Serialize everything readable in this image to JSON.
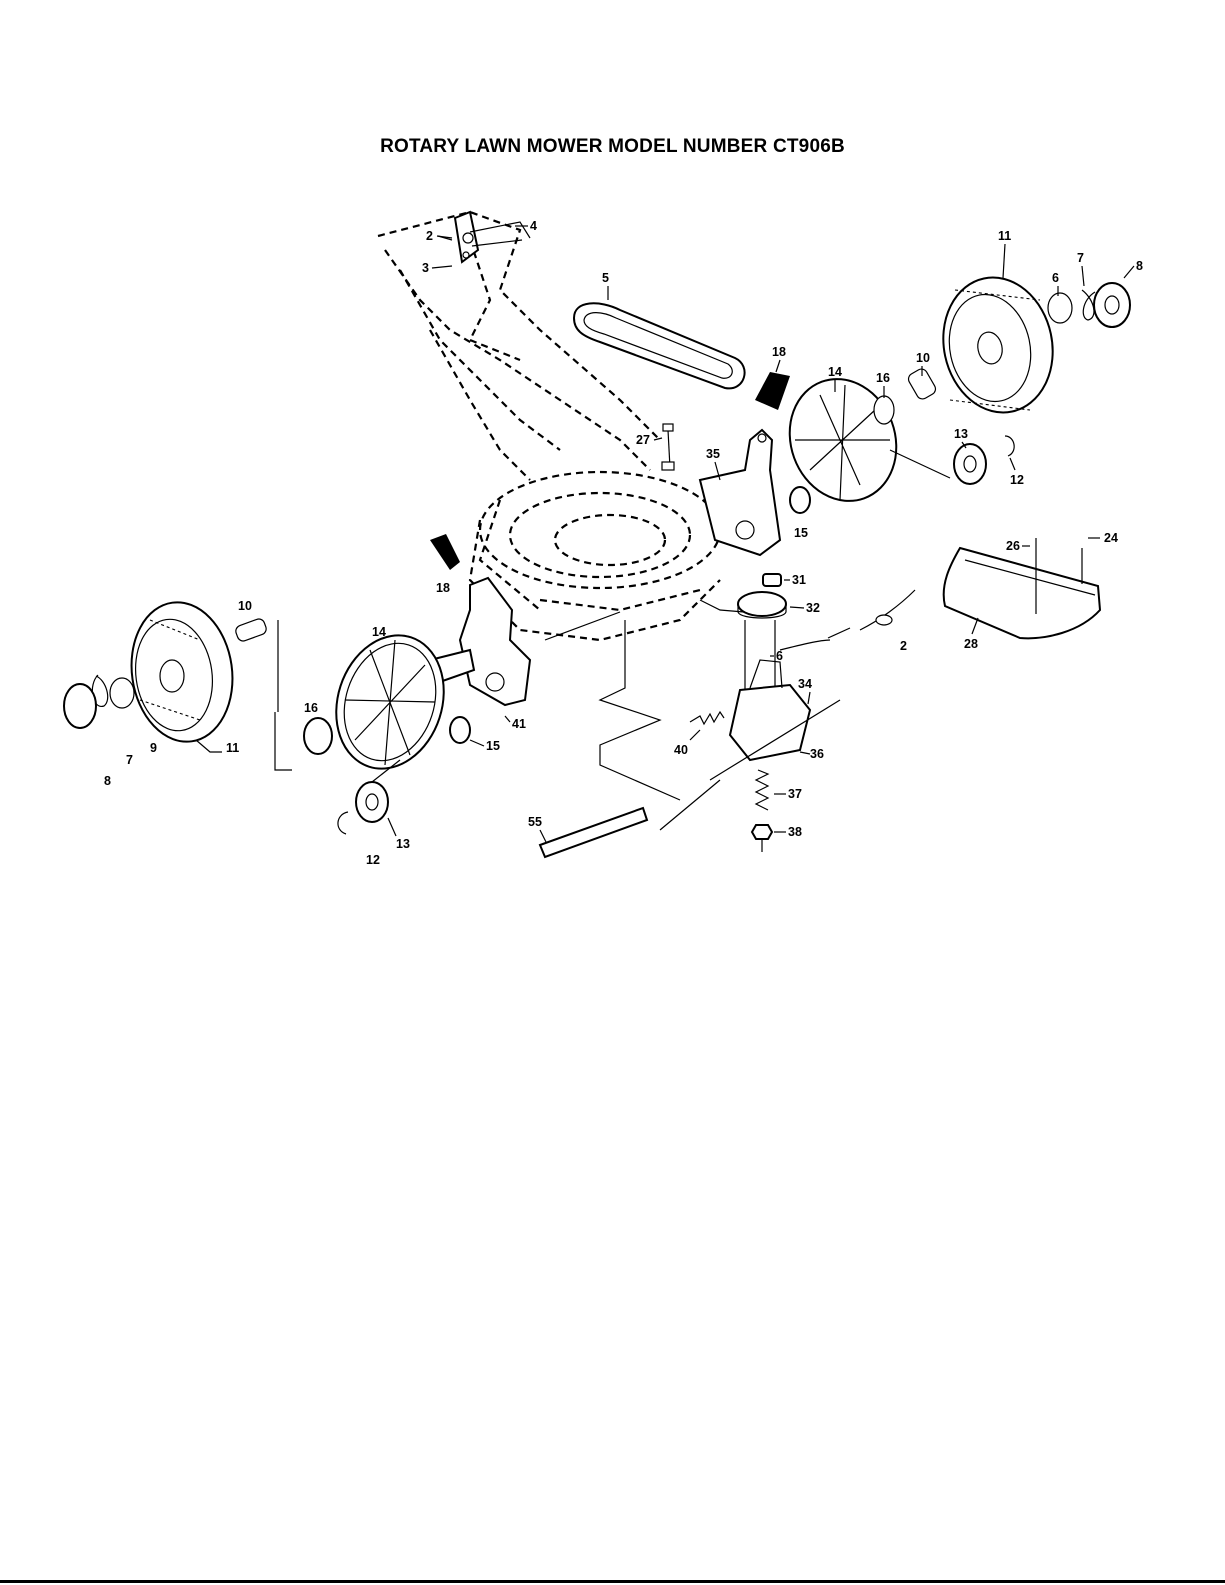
{
  "document": {
    "title": "ROTARY LAWN MOWER MODEL NUMBER CT906B"
  },
  "callouts": [
    {
      "id": "c-2a",
      "text": "2"
    },
    {
      "id": "c-3",
      "text": "3"
    },
    {
      "id": "c-4",
      "text": "4"
    },
    {
      "id": "c-5",
      "text": "5"
    },
    {
      "id": "c-18a",
      "text": "18"
    },
    {
      "id": "c-14a",
      "text": "14"
    },
    {
      "id": "c-16a",
      "text": "16"
    },
    {
      "id": "c-10a",
      "text": "10"
    },
    {
      "id": "c-11a",
      "text": "11"
    },
    {
      "id": "c-6a",
      "text": "6"
    },
    {
      "id": "c-7a",
      "text": "7"
    },
    {
      "id": "c-8a",
      "text": "8"
    },
    {
      "id": "c-27",
      "text": "27"
    },
    {
      "id": "c-35",
      "text": "35"
    },
    {
      "id": "c-13a",
      "text": "13"
    },
    {
      "id": "c-12a",
      "text": "12"
    },
    {
      "id": "c-15a",
      "text": "15"
    },
    {
      "id": "c-26",
      "text": "26"
    },
    {
      "id": "c-24",
      "text": "24"
    },
    {
      "id": "c-28",
      "text": "28"
    },
    {
      "id": "c-18b",
      "text": "18"
    },
    {
      "id": "c-31",
      "text": "31"
    },
    {
      "id": "c-32",
      "text": "32"
    },
    {
      "id": "c-2b",
      "text": "2"
    },
    {
      "id": "c-10b",
      "text": "10"
    },
    {
      "id": "c-14b",
      "text": "14"
    },
    {
      "id": "c-6b",
      "text": "6"
    },
    {
      "id": "c-34",
      "text": "34"
    },
    {
      "id": "c-16b",
      "text": "16"
    },
    {
      "id": "c-11b",
      "text": "11"
    },
    {
      "id": "c-41",
      "text": "41"
    },
    {
      "id": "c-15b",
      "text": "15"
    },
    {
      "id": "c-40",
      "text": "40"
    },
    {
      "id": "c-36",
      "text": "36"
    },
    {
      "id": "c-9",
      "text": "9"
    },
    {
      "id": "c-7b",
      "text": "7"
    },
    {
      "id": "c-8b",
      "text": "8"
    },
    {
      "id": "c-37",
      "text": "37"
    },
    {
      "id": "c-38",
      "text": "38"
    },
    {
      "id": "c-55",
      "text": "55"
    },
    {
      "id": "c-13b",
      "text": "13"
    },
    {
      "id": "c-12b",
      "text": "12"
    }
  ]
}
